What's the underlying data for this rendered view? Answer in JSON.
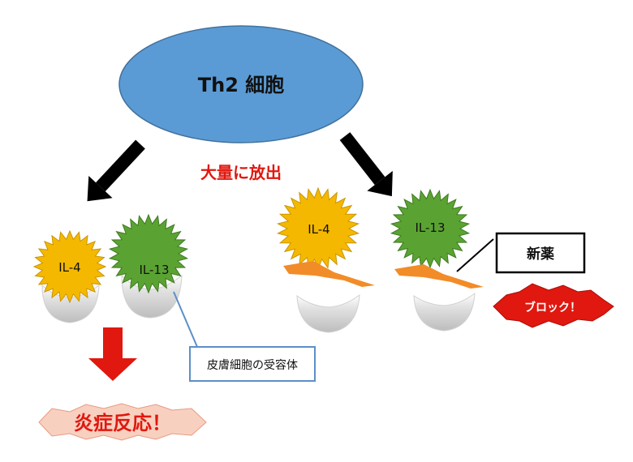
{
  "cell": {
    "label": "Th2 細胞",
    "color": "#5b9bd5"
  },
  "release_label": "大量に放出",
  "cytokines": {
    "il4": {
      "label": "IL-4",
      "color": "#f5b800"
    },
    "il13": {
      "label": "IL-13",
      "color": "#5aa332"
    }
  },
  "receptor_callout": "皮膚細胞の受容体",
  "new_drug_label": "新薬",
  "block_label": "ブロック！",
  "inflammation_label": "炎症反応！",
  "colors": {
    "arrow_black": "#000000",
    "arrow_red": "#e0180f",
    "receptor": "#c8c8c8",
    "drug_bolt": "#f28c28",
    "callout_border": "#5b8fc9",
    "inflammation_fill": "#f8d0c0",
    "inflammation_text": "#e0180f",
    "block_fill": "#e0180f",
    "release_text": "#e0180f"
  }
}
